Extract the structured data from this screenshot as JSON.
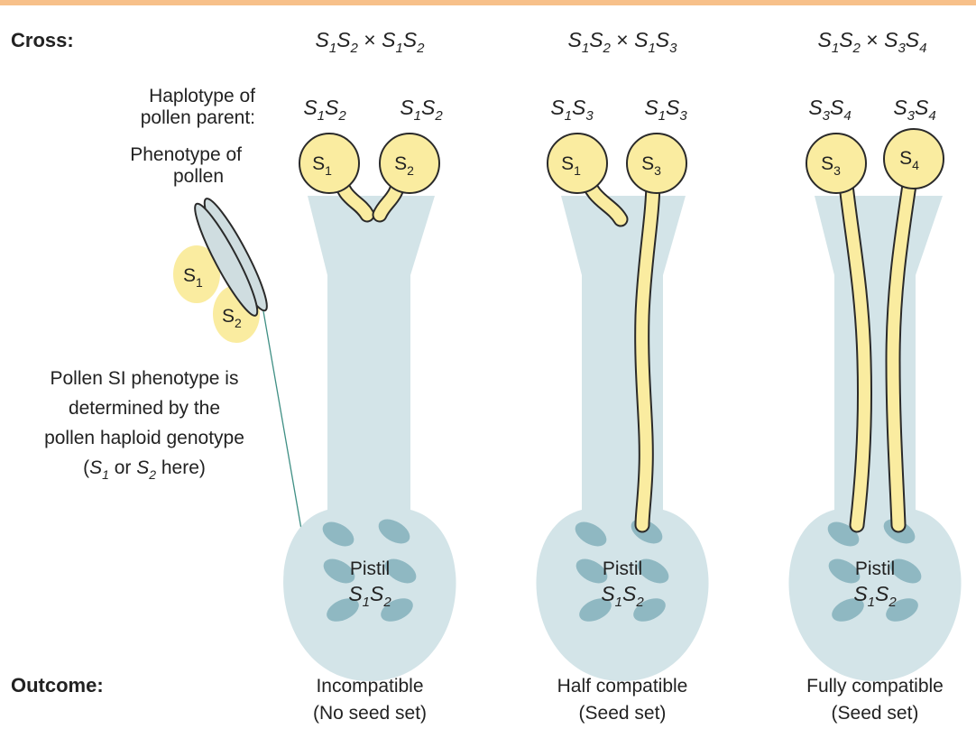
{
  "colors": {
    "top_bar": "#f7c08a",
    "pistil_fill": "#d3e4e8",
    "ovule_fill": "#8fb8c2",
    "pollen_fill": "#faeca0",
    "pollen_stroke": "#2a2a2a",
    "text": "#222222",
    "anther_fill": "#cfdde0",
    "connector_line": "#3f8f84"
  },
  "row_labels": {
    "cross": "Cross:",
    "haplotype": [
      "Haplotype of",
      "pollen parent:"
    ],
    "phenotype": [
      "Phenotype of",
      "pollen"
    ],
    "outcome": "Outcome:"
  },
  "side_note": {
    "lines": [
      "Pollen SI phenotype is",
      "determined by the",
      "pollen haploid genotype"
    ],
    "last_line": {
      "open": "(",
      "s1": "S",
      "s1_sub": "1",
      "or": " or ",
      "s2": "S",
      "s2_sub": "2",
      "tail": " here)"
    },
    "anther_pollen": [
      {
        "letter": "S",
        "sub": "1"
      },
      {
        "letter": "S",
        "sub": "2"
      }
    ]
  },
  "crosses": [
    {
      "cross": {
        "a": "S",
        "a_sub": "1",
        "b": "S",
        "b_sub": "2",
        "x": " × ",
        "c": "S",
        "c_sub": "1",
        "d": "S",
        "d_sub": "2"
      },
      "haplotypes": [
        {
          "a": "S",
          "a_sub": "1",
          "b": "S",
          "b_sub": "2"
        },
        {
          "a": "S",
          "a_sub": "1",
          "b": "S",
          "b_sub": "2"
        }
      ],
      "pollen": [
        {
          "letter": "S",
          "sub": "1"
        },
        {
          "letter": "S",
          "sub": "2"
        }
      ],
      "pistil": {
        "label": "Pistil",
        "a": "S",
        "a_sub": "1",
        "b": "S",
        "b_sub": "2"
      },
      "outcome": [
        "Incompatible",
        "(No seed set)"
      ]
    },
    {
      "cross": {
        "a": "S",
        "a_sub": "1",
        "b": "S",
        "b_sub": "2",
        "x": " × ",
        "c": "S",
        "c_sub": "1",
        "d": "S",
        "d_sub": "3"
      },
      "haplotypes": [
        {
          "a": "S",
          "a_sub": "1",
          "b": "S",
          "b_sub": "3"
        },
        {
          "a": "S",
          "a_sub": "1",
          "b": "S",
          "b_sub": "3"
        }
      ],
      "pollen": [
        {
          "letter": "S",
          "sub": "1"
        },
        {
          "letter": "S",
          "sub": "3"
        }
      ],
      "pistil": {
        "label": "Pistil",
        "a": "S",
        "a_sub": "1",
        "b": "S",
        "b_sub": "2"
      },
      "outcome": [
        "Half compatible",
        "(Seed set)"
      ]
    },
    {
      "cross": {
        "a": "S",
        "a_sub": "1",
        "b": "S",
        "b_sub": "2",
        "x": " × ",
        "c": "S",
        "c_sub": "3",
        "d": "S",
        "d_sub": "4"
      },
      "haplotypes": [
        {
          "a": "S",
          "a_sub": "3",
          "b": "S",
          "b_sub": "4"
        },
        {
          "a": "S",
          "a_sub": "3",
          "b": "S",
          "b_sub": "4"
        }
      ],
      "pollen": [
        {
          "letter": "S",
          "sub": "3"
        },
        {
          "letter": "S",
          "sub": "4"
        }
      ],
      "pistil": {
        "label": "Pistil",
        "a": "S",
        "a_sub": "1",
        "b": "S",
        "b_sub": "2"
      },
      "outcome": [
        "Fully compatible",
        "(Seed set)"
      ]
    }
  ]
}
